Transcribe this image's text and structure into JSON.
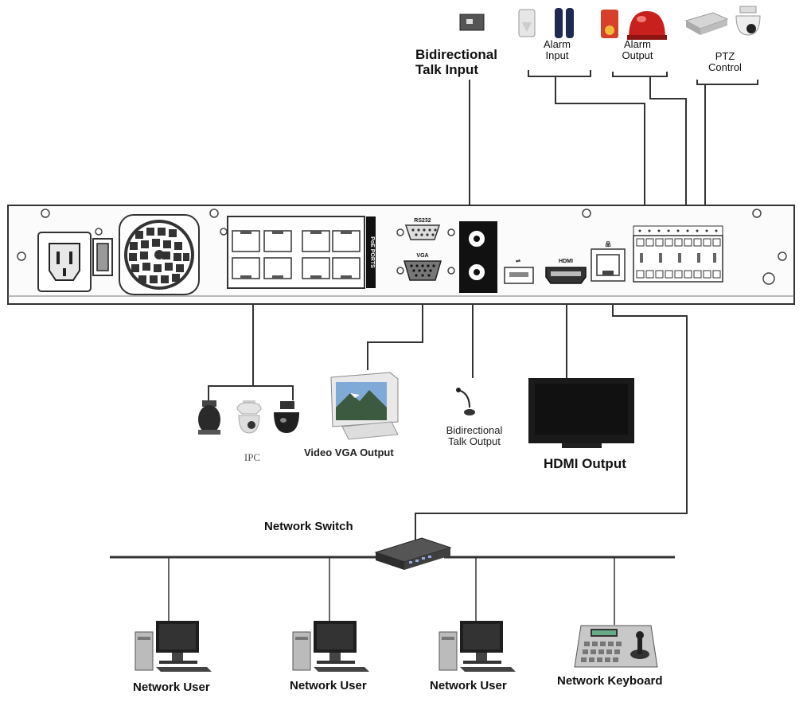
{
  "labels": {
    "talk_input": "Bidirectional\nTalk Input",
    "alarm_input": "Alarm\nInput",
    "alarm_output": "Alarm\nOutput",
    "ptz_control": "PTZ\nControl",
    "ipc": "IPC",
    "vga_output": "Video VGA Output",
    "talk_output": "Bidirectional\nTalk Output",
    "hdmi_output": "HDMI Output",
    "network_switch": "Network Switch",
    "network_users": [
      "Network User",
      "Network User",
      "Network User"
    ],
    "network_keyboard": "Network Keyboard"
  },
  "port_labels": {
    "rs232": "RS232",
    "vga": "VGA",
    "hdmi": "HDMI",
    "poe": "PoE PORTS"
  }
}
